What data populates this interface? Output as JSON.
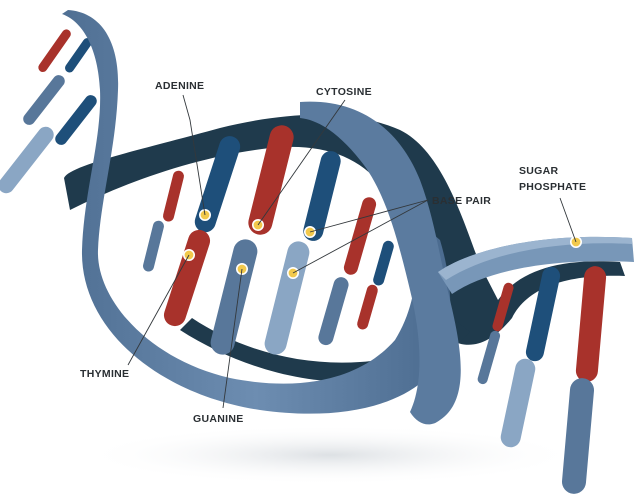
{
  "labels": {
    "adenine": "ADENINE",
    "cytosine": "CYTOSINE",
    "base_pair": "BASE PAIR",
    "sugar_phosphate_line1": "SUGAR",
    "sugar_phosphate_line2": "PHOSPHATE",
    "thymine": "THYMINE",
    "guanine": "GUANINE"
  },
  "colors": {
    "strand_front": "#5b7b9f",
    "strand_front_light": "#7897b8",
    "strand_back": "#1f3a4c",
    "base_red": "#a8322b",
    "base_navy": "#1e4f7a",
    "base_steel": "#58779a",
    "base_light": "#8aa6c4",
    "marker": "#f2c94c",
    "label": "#2a2f33"
  }
}
